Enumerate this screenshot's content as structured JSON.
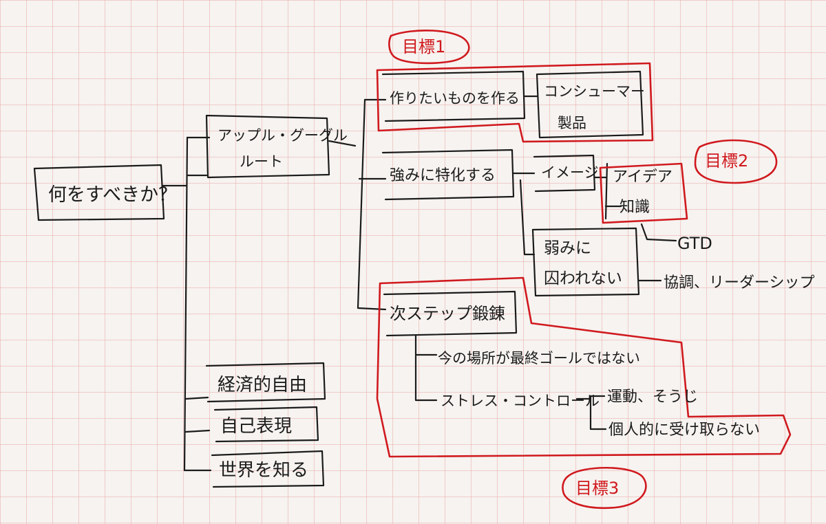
{
  "root": "何をすべきか？",
  "branches": {
    "apple": "アップル・グーグル\nルート",
    "freedom": "経済的自由",
    "expression": "自己表現",
    "world": "世界を知る"
  },
  "apple_children": {
    "make": "作りたいものを作る",
    "consumer": "コンシューマー\n製品",
    "specialize": "強みに特化する",
    "image": "イメージ",
    "idea_knowledge": "アイデア\n知識",
    "gtd": "GTD",
    "weakness": "弱みに\n囚われない",
    "cooperation": "協調、リーダーシップ",
    "next_step": "次ステップ鍛錬",
    "not_final": "今の場所が最終ゴールではない",
    "stress": "ストレス・コントロール",
    "exercise": "運動、そうじ",
    "personal": "個人的に受け取らない"
  },
  "goal_labels": {
    "goal1": "目標1",
    "goal2": "目標2",
    "goal3": "目標3"
  },
  "colors": {
    "ink": "#1b1b1b",
    "red_pen": "#d0191e",
    "grid": "#ebaaaa",
    "paper": "#f6f3f0"
  }
}
